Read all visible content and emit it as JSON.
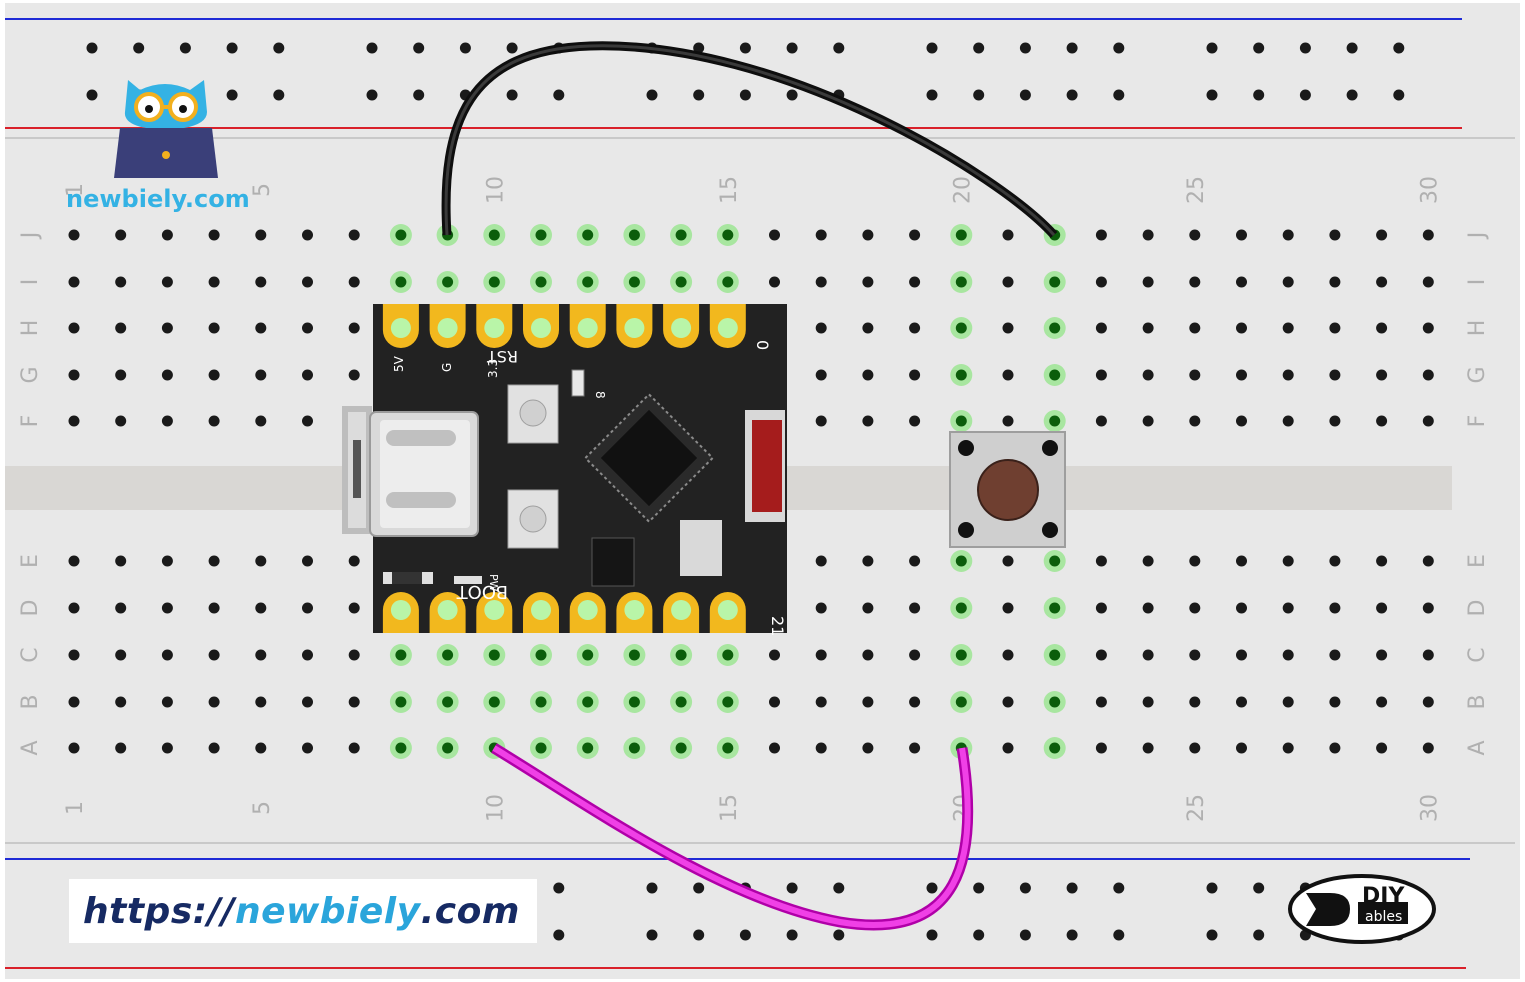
{
  "logo": {
    "site_text": "newbiely.com",
    "owl": "owl-laptop-mascot"
  },
  "url_banner": {
    "prefix": "https://",
    "name": "newbiely",
    "suffix": ".com"
  },
  "diy_logo": {
    "top": "DIY",
    "bottom": "ables"
  },
  "breadboard": {
    "columns_top": [
      "1",
      "5",
      "10",
      "15",
      "20",
      "25",
      "30"
    ],
    "columns_bottom": [
      "1",
      "5",
      "10",
      "15",
      "20",
      "25",
      "30"
    ],
    "rows_top": [
      "J",
      "I",
      "H",
      "G",
      "F"
    ],
    "rows_bottom": [
      "E",
      "D",
      "C",
      "B",
      "A"
    ],
    "rail_colors": {
      "blue": "#1f2bd6",
      "red": "#d9202a"
    }
  },
  "board": {
    "labels": {
      "v5": "5V",
      "g": "G",
      "v33": "3.3",
      "rst": "RST",
      "boot": "BOOT",
      "pin0": "0",
      "pin21": "21",
      "led": "8",
      "pw": "PW"
    }
  },
  "wires": [
    {
      "name": "black-wire",
      "color": "#1b1b1b",
      "from": "J9",
      "to": "J22"
    },
    {
      "name": "magenta-wire",
      "color": "#e21ed6",
      "from": "A10",
      "to": "A20"
    }
  ],
  "button": {
    "cap_color": "#6f3f30"
  }
}
